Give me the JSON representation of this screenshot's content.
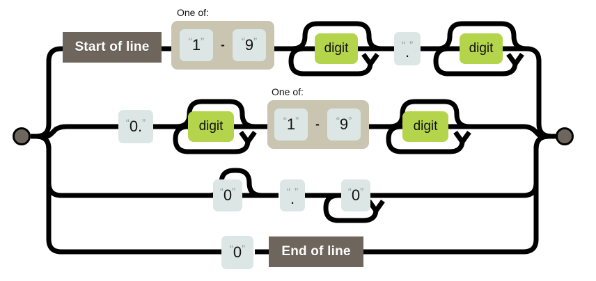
{
  "diagram": {
    "type": "railroad-syntax-diagram",
    "title": "",
    "colors": {
      "line": "#000000",
      "anchor_box": "#6e665c",
      "anchor_text": "#ffffff",
      "literal_box": "#dce7e5",
      "group_box": "#c9c5b1",
      "nonterminal_box": "#b4d44b",
      "endpoint": "#6e665c",
      "background": "#ffffff"
    },
    "endpoints": {
      "start_label": "start-point",
      "end_label": "end-point"
    },
    "group_label": "One of:",
    "range_separator": "-",
    "rows": [
      {
        "id": "row-1",
        "items": [
          {
            "kind": "anchor",
            "label": "Start of line"
          },
          {
            "kind": "group",
            "label": "One of:",
            "from": "“1”",
            "to": "“9”",
            "sep": "-"
          },
          {
            "kind": "nonterminal",
            "label": "digit",
            "optional": true,
            "repeat": true
          },
          {
            "kind": "literal",
            "label": "“.”",
            "value": "."
          },
          {
            "kind": "nonterminal",
            "label": "digit",
            "optional": true,
            "repeat": true
          }
        ]
      },
      {
        "id": "row-2",
        "items": [
          {
            "kind": "literal",
            "label": "“0.”",
            "value": "0."
          },
          {
            "kind": "nonterminal",
            "label": "digit",
            "optional": true,
            "repeat": true
          },
          {
            "kind": "group",
            "label": "One of:",
            "from": "“1”",
            "to": "“9”",
            "sep": "-"
          },
          {
            "kind": "nonterminal",
            "label": "digit",
            "optional": true,
            "repeat": true
          }
        ]
      },
      {
        "id": "row-3",
        "items": [
          {
            "kind": "literal",
            "label": "“0”",
            "value": "0",
            "optional": true
          },
          {
            "kind": "literal",
            "label": "“.”",
            "value": "."
          },
          {
            "kind": "literal",
            "label": "“0”",
            "value": "0",
            "repeat": true
          }
        ]
      },
      {
        "id": "row-4",
        "items": [
          {
            "kind": "literal",
            "label": "“0”",
            "value": "0"
          },
          {
            "kind": "anchor",
            "label": "End of line"
          }
        ]
      }
    ],
    "labels": {
      "start_of_line": "Start of line",
      "end_of_line": "End of line",
      "digit": "digit",
      "one_of": "One of:",
      "lit_1": "1",
      "lit_9": "9",
      "lit_0": "0",
      "lit_0dot": "0.",
      "lit_dot": ".",
      "dash": "-",
      "quote_open": "“",
      "quote_close": "”"
    }
  }
}
